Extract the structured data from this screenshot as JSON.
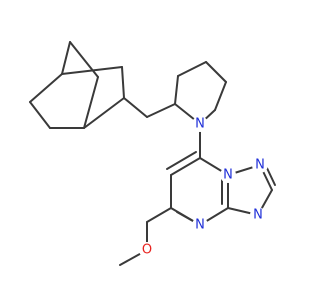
{
  "molecule": {
    "atoms": {
      "n_pyrrolidine": {
        "label": "N",
        "color": "#1f2fd8"
      },
      "n_fused_top": {
        "label": "N",
        "color": "#1f2fd8"
      },
      "n_triazole_right": {
        "label": "N",
        "color": "#1f2fd8"
      },
      "n_triazole_bottom": {
        "label": "N",
        "color": "#1f2fd8"
      },
      "n_pyrimidine": {
        "label": "N",
        "color": "#1f2fd8"
      },
      "o_ether": {
        "label": "O",
        "color": "#e8231f"
      }
    },
    "bond_color": "#3a3a3a"
  }
}
